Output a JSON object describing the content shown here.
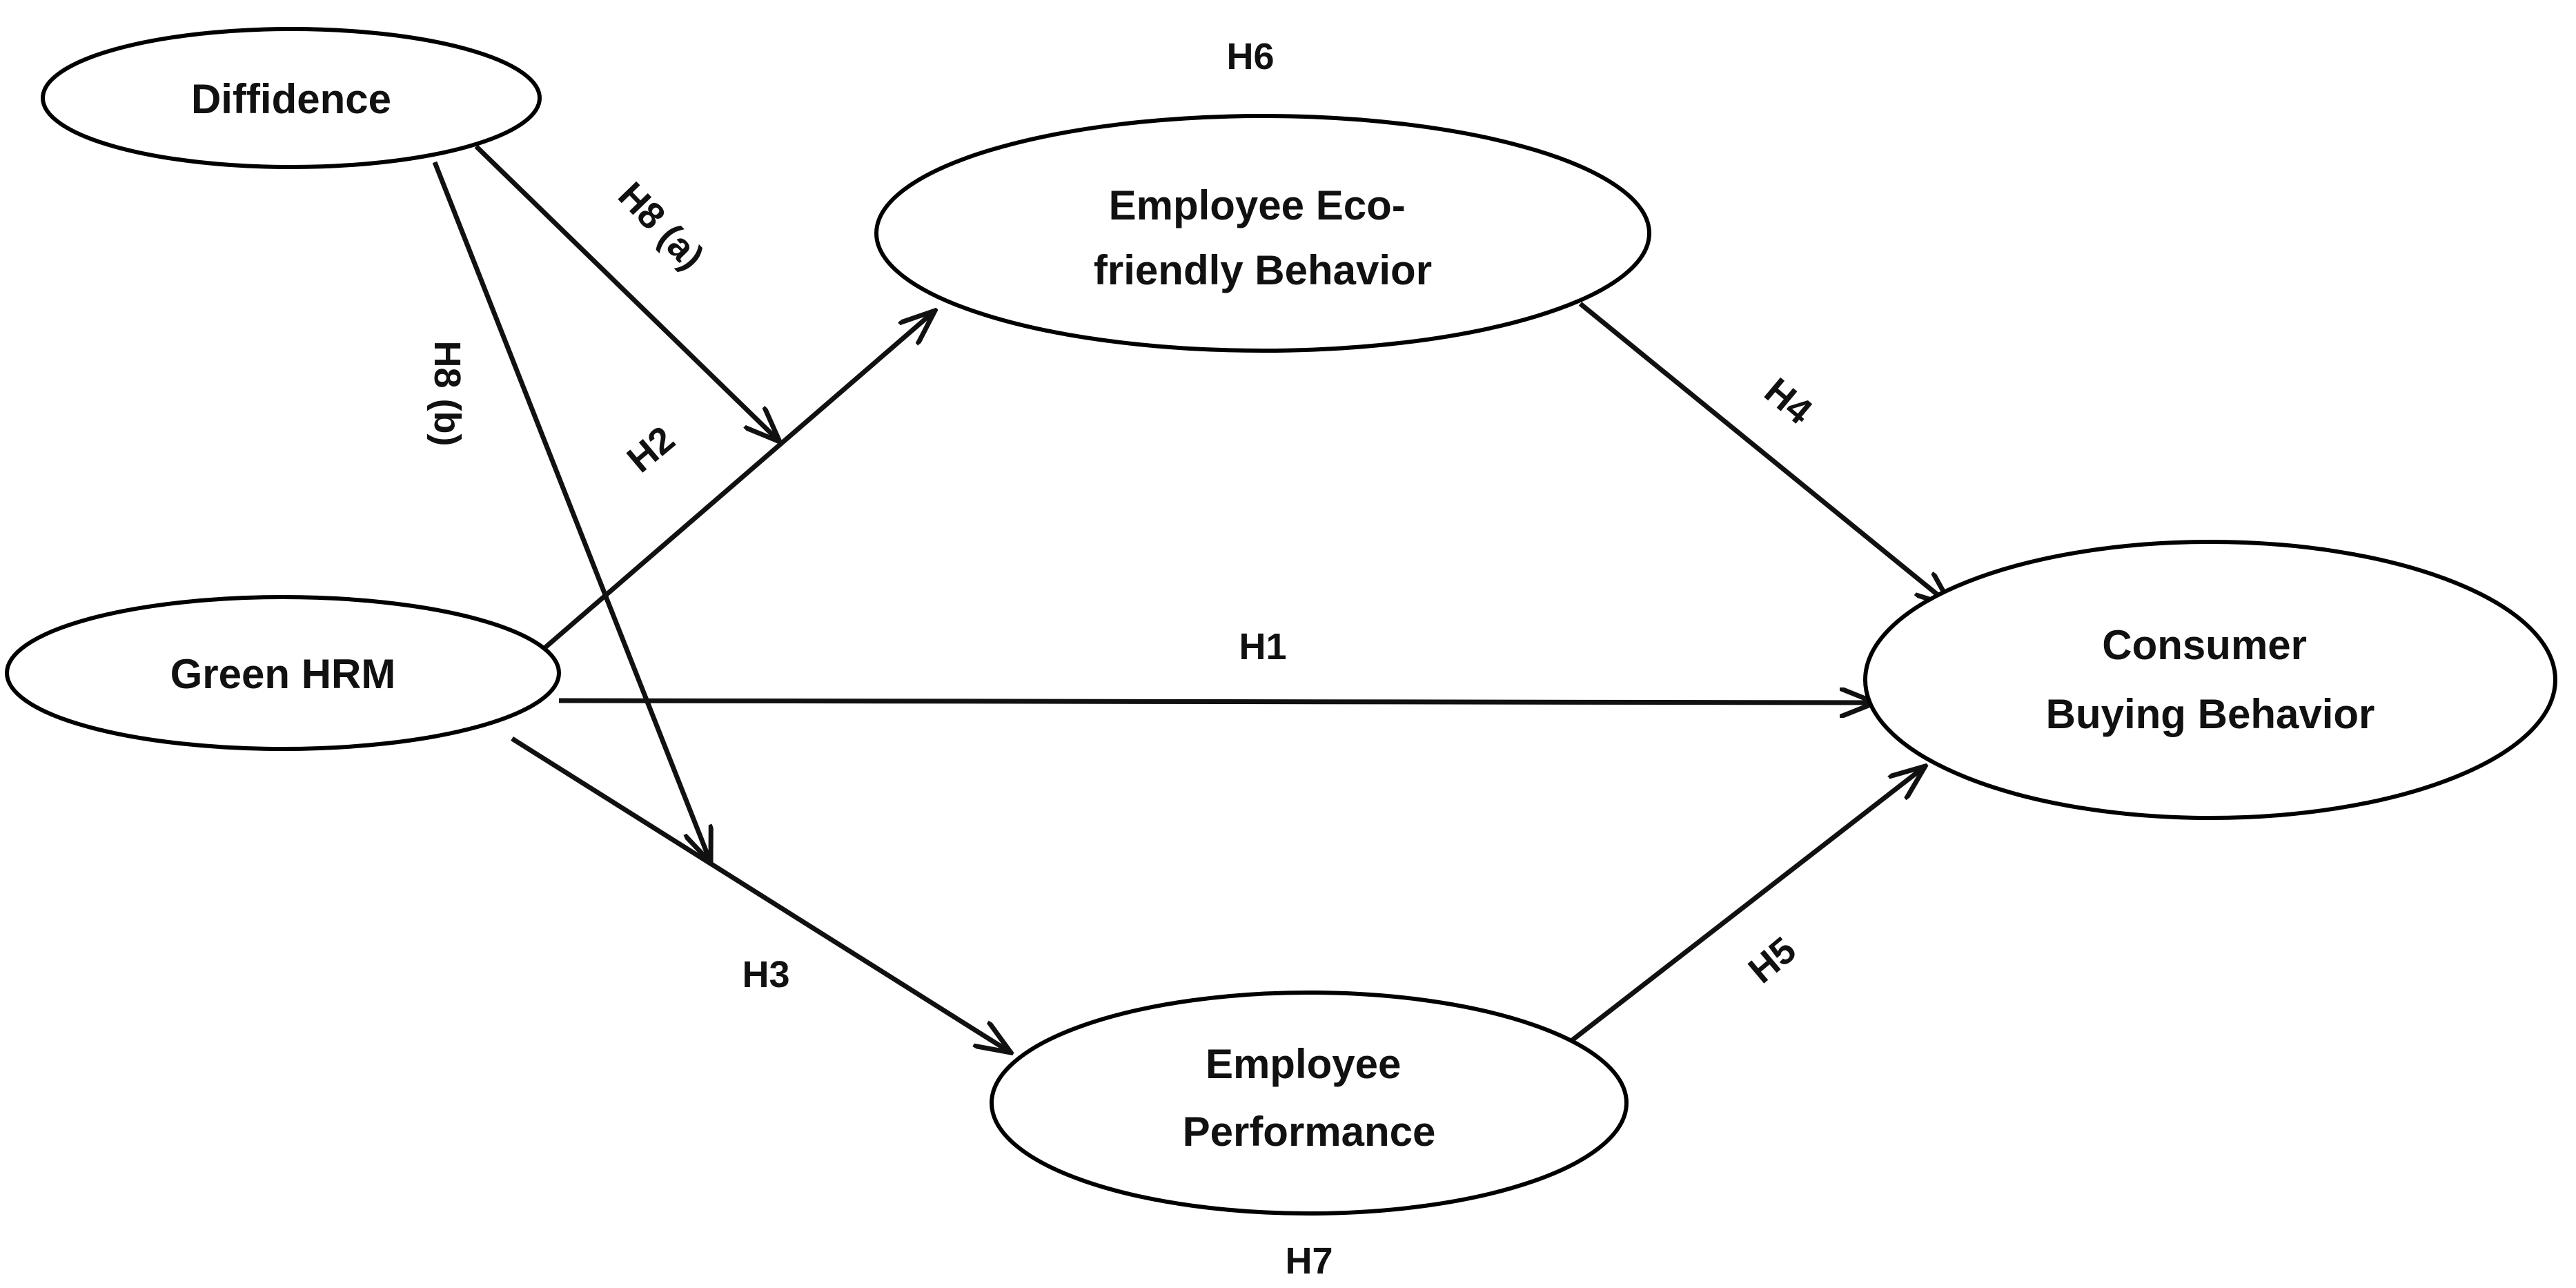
{
  "nodes": [
    {
      "id": "diffidence",
      "lines": [
        "Diffidence"
      ]
    },
    {
      "id": "green-hrm",
      "lines": [
        "Green HRM"
      ]
    },
    {
      "id": "employee-eco-friendly-behavior",
      "lines": [
        "Employee Eco-",
        "friendly Behavior"
      ]
    },
    {
      "id": "employee-performance",
      "lines": [
        "Employee",
        "Performance"
      ]
    },
    {
      "id": "consumer-buying-behavior",
      "lines": [
        "Consumer",
        "Buying Behavior"
      ]
    }
  ],
  "edges": [
    {
      "id": "green-hrm-to-consumer",
      "from": "green-hrm",
      "to": "consumer-buying-behavior",
      "label": "H1"
    },
    {
      "id": "green-hrm-to-eco",
      "from": "green-hrm",
      "to": "employee-eco-friendly-behavior",
      "label": "H2"
    },
    {
      "id": "green-hrm-to-performance",
      "from": "green-hrm",
      "to": "employee-performance",
      "label": "H3"
    },
    {
      "id": "eco-to-consumer",
      "from": "employee-eco-friendly-behavior",
      "to": "consumer-buying-behavior",
      "label": "H4"
    },
    {
      "id": "performance-to-consumer",
      "from": "employee-performance",
      "to": "consumer-buying-behavior",
      "label": "H5"
    },
    {
      "id": "diffidence-moderates-h2",
      "from": "diffidence",
      "to": "green-hrm-to-eco",
      "label": "H8 (a)"
    },
    {
      "id": "diffidence-moderates-h3",
      "from": "diffidence",
      "to": "green-hrm-to-performance",
      "label": "H8 (b)"
    }
  ],
  "free_labels": {
    "h6": "H6",
    "h7": "H7"
  },
  "colors": {
    "stroke": "#000000",
    "text": "#111111",
    "background": "#ffffff"
  }
}
